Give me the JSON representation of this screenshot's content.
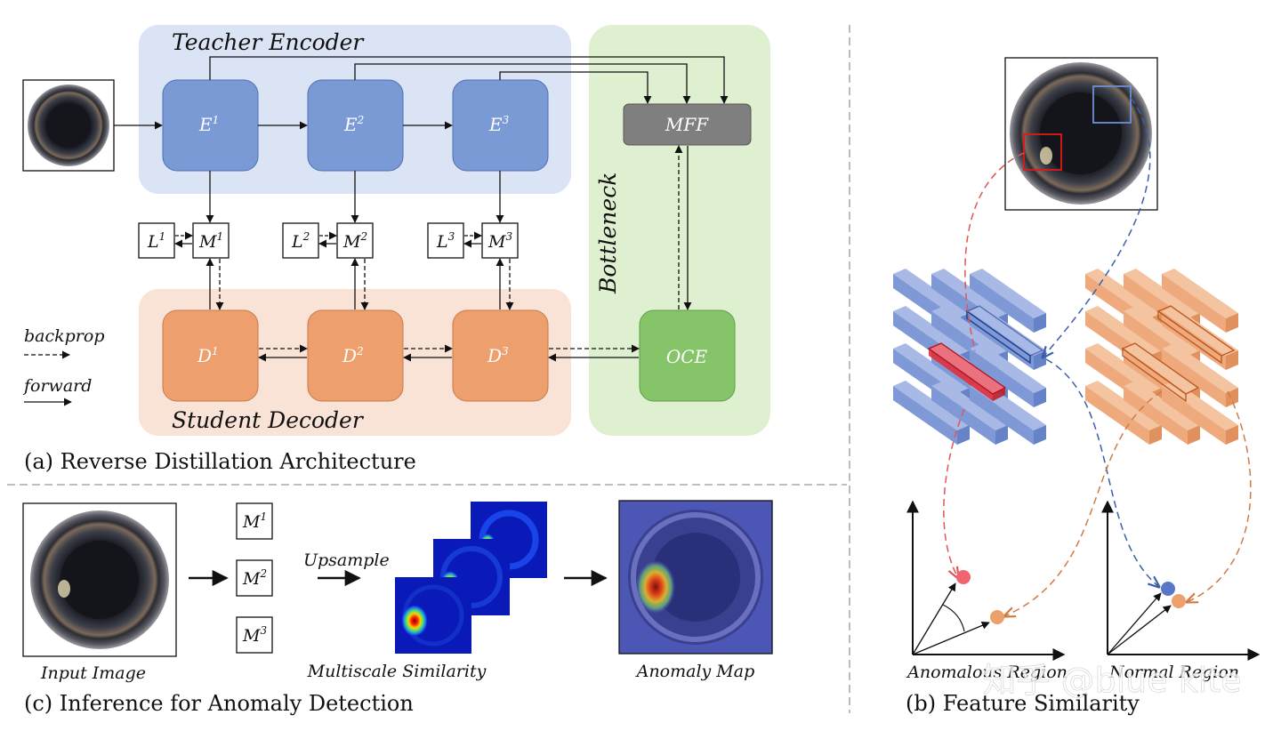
{
  "panel_a": {
    "caption": "(a) Reverse Distillation Architecture",
    "teacher_title": "Teacher Encoder",
    "student_title": "Student Decoder",
    "bottleneck_title": "Bottleneck",
    "encoders": [
      {
        "base": "E",
        "sup": "1"
      },
      {
        "base": "E",
        "sup": "2"
      },
      {
        "base": "E",
        "sup": "3"
      }
    ],
    "decoders": [
      {
        "base": "D",
        "sup": "1"
      },
      {
        "base": "D",
        "sup": "2"
      },
      {
        "base": "D",
        "sup": "3"
      }
    ],
    "similarity": [
      {
        "base": "M",
        "sup": "1"
      },
      {
        "base": "M",
        "sup": "2"
      },
      {
        "base": "M",
        "sup": "3"
      }
    ],
    "losses": [
      {
        "base": "L",
        "sup": "1"
      },
      {
        "base": "L",
        "sup": "2"
      },
      {
        "base": "L",
        "sup": "3"
      }
    ],
    "mff_label": "MFF",
    "oce_label": "OCE",
    "legend_backprop": "backprop",
    "legend_forward": "forward"
  },
  "panel_b": {
    "caption": "(b) Feature Similarity",
    "anomalous_label": "Anomalous Region",
    "normal_label": "Normal Region"
  },
  "panel_c": {
    "caption": "(c) Inference for Anomaly Detection",
    "input_label": "Input Image",
    "upsample_label": "Upsample",
    "multiscale_label": "Multiscale Similarity",
    "anomaly_label": "Anomaly Map",
    "maps": [
      {
        "base": "M",
        "sup": "1"
      },
      {
        "base": "M",
        "sup": "2"
      },
      {
        "base": "M",
        "sup": "3"
      }
    ]
  },
  "watermark": "知乎 @blue kite",
  "colors": {
    "teacher_bg": "#dbe4f5",
    "student_bg": "#f9e2d6",
    "bottleneck_bg": "#dff0d0",
    "encoder": "#7a9ad6",
    "decoder": "#eda06d",
    "mff": "#7f7f7f",
    "oce": "#86c46a",
    "anomalous": "#e8525c",
    "normal_dot": "#5877c8",
    "normal_feature": "#e99a6a"
  }
}
